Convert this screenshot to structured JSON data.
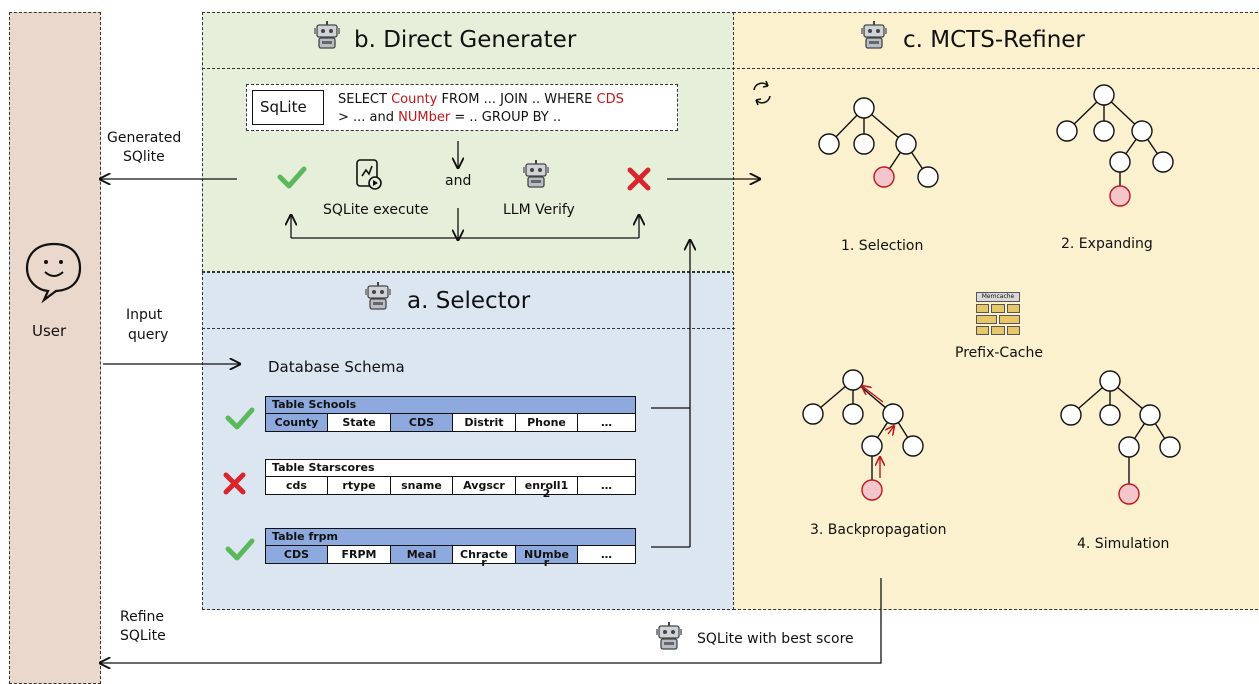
{
  "user": {
    "label": "User"
  },
  "sections": {
    "direct_generator": {
      "title": "b. Direct Generater"
    },
    "selector": {
      "title": "a. Selector"
    },
    "mcts_refiner": {
      "title": "c. MCTS-Refiner"
    }
  },
  "flows": {
    "generated": [
      "Generated",
      "SQlite"
    ],
    "input": [
      "Input",
      "query"
    ],
    "refine": [
      "Refine",
      "SQLite"
    ]
  },
  "sqlite_box": {
    "tag": "SqLite",
    "line1": [
      "SELECT ",
      "County",
      " FROM ... JOIN .. WHERE ",
      "CDS"
    ],
    "line2": [
      "> ... and ",
      "NUMber",
      " = ..   GROUP BY .."
    ],
    "highlight_color": "#c0161b"
  },
  "generator": {
    "execute_label": "SQLite execute",
    "and_label": "and",
    "verify_label": "LLM Verify"
  },
  "selector": {
    "schema_title": "Database Schema",
    "tables": [
      {
        "name": "Table Schools",
        "status": "check",
        "header_color": "#8ea9dd",
        "columns": [
          {
            "text": "County",
            "highlight": true
          },
          {
            "text": "State",
            "highlight": false
          },
          {
            "text": "CDS",
            "highlight": true
          },
          {
            "text": "Distrit",
            "highlight": false
          },
          {
            "text": "Phone",
            "highlight": false
          },
          {
            "text": "…",
            "highlight": false
          }
        ]
      },
      {
        "name": "Table Starscores",
        "status": "cross",
        "header_color": "#ffffff",
        "columns": [
          {
            "text": "cds",
            "highlight": false
          },
          {
            "text": "rtype",
            "highlight": false
          },
          {
            "text": "sname",
            "highlight": false
          },
          {
            "text": "Avgscr",
            "highlight": false
          },
          {
            "text": "enroll1",
            "sub": "2",
            "highlight": false
          },
          {
            "text": "…",
            "highlight": false
          }
        ]
      },
      {
        "name": "Table frpm",
        "status": "check",
        "header_color": "#8ea9dd",
        "columns": [
          {
            "text": "CDS",
            "highlight": true
          },
          {
            "text": "FRPM",
            "highlight": false
          },
          {
            "text": "Meal",
            "highlight": true
          },
          {
            "text": "Chracte",
            "sub": "r",
            "highlight": false
          },
          {
            "text": "NUmbe",
            "sub": "r",
            "highlight": true
          },
          {
            "text": "…",
            "highlight": false
          }
        ]
      }
    ]
  },
  "mcts": {
    "steps": [
      "1. Selection",
      "2. Expanding",
      "3. Backpropagation",
      "4. Simulation"
    ],
    "memcache_label": "Memcache",
    "prefix_cache_label": "Prefix-Cache",
    "best_score_label": "SQLite with best score"
  },
  "colors": {
    "generator_bg": "#e6efda",
    "selector_bg": "#dce6f1",
    "refiner_bg": "#fcf1cf",
    "user_bg": "#ead8cd",
    "check": "#5cb85c",
    "cross": "#d9262c",
    "leaf_fill": "#f3c6cc",
    "leaf_stroke": "#c0161b"
  }
}
